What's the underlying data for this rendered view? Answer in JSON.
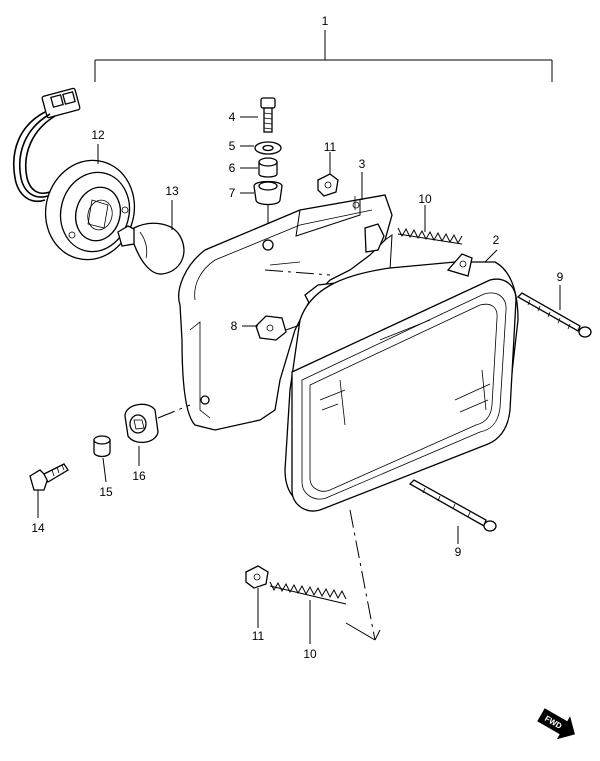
{
  "callouts": {
    "c1": "1",
    "c2": "2",
    "c3": "3",
    "c4": "4",
    "c5": "5",
    "c6": "6",
    "c7": "7",
    "c8": "8",
    "c9a": "9",
    "c9b": "9",
    "c10a": "10",
    "c10b": "10",
    "c11a": "11",
    "c11b": "11",
    "c12": "12",
    "c13": "13",
    "c14": "14",
    "c15": "15",
    "c16": "16"
  },
  "fwd_label": "FWD"
}
